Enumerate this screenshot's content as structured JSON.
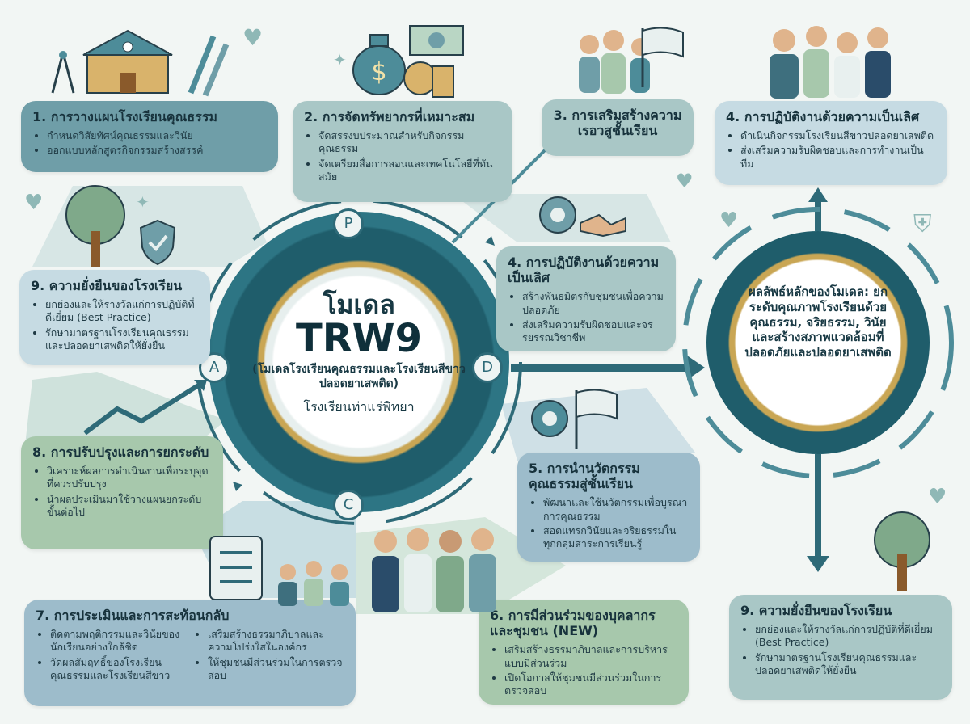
{
  "center": {
    "title": "โมเดล",
    "code": "TRW9",
    "subtitle": "(โมเดลโรงเรียนคุณธรรมและโรงเรียนสีขาวปลอดยาเสพติด)",
    "school": "โรงเรียนท่าแร่พิทยา"
  },
  "nodes": {
    "p": "P",
    "d": "D",
    "c": "C",
    "a": "A"
  },
  "outcome": {
    "text": "ผลลัพธ์หลักของโมเดล: ยกระดับคุณภาพโรงเรียนด้วยคุณธรรม, จริยธรรม, วินัย และสร้างสภาพแวดล้อมที่ปลอดภัยและปลอดยาเสพติด"
  },
  "panels": {
    "p1": {
      "title": "1. การวางแผนโรงเรียนคุณธรรม",
      "items": [
        "กำหนดวิสัยทัศน์คุณธรรมและวินัย",
        "ออกแบบหลักสูตรกิจกรรมสร้างสรรค์"
      ]
    },
    "p2": {
      "title": "2. การจัดทรัพยากรที่เหมาะสม",
      "items": [
        "จัดสรรงบประมาณสำหรับกิจกรรมคุณธรรม",
        "จัดเตรียมสื่อการสอนและเทคโนโลยีที่ทันสมัย"
      ]
    },
    "p3": {
      "title": "3. การเสริมสร้างความเรอวสูชั้นเรียน"
    },
    "p4a": {
      "title": "4. การปฏิบัติงานด้วยความเป็นเลิศ",
      "items": [
        "ดำเนินกิจกรรมโรงเรียนสีขาวปลอดยาเสพติด",
        "ส่งเสริมความรับผิดชอบและการทำงานเป็นทีม"
      ]
    },
    "p4b": {
      "title": "4. การปฏิบัติงานด้วยความเป็นเลิศ",
      "items": [
        "สร้างพันธมิตรกับชุมชนเพื่อความปลอดภัย",
        "ส่งเสริมความรับผิดชอบและจรรยรรณวิชาชีพ"
      ]
    },
    "p5": {
      "title": "5. การนำนวัตกรรมคุณธรรมสู่ชั้นเรียน",
      "items": [
        "พัฒนาและใช้นวัตกรรมเพื่อบูรณาการคุณธรรม",
        "สอดแทรกวินัยและจริยธรรมในทุกกลุ่มสาระการเรียนรู้"
      ]
    },
    "p6": {
      "title": "6. การมีส่วนร่วมของบุคลากรและชุมชน (NEW)",
      "items": [
        "เสริมสร้างธรรมาภิบาลและการบริหารแบบมีส่วนร่วม",
        "เปิดโอกาสให้ชุมชนมีส่วนร่วมในการตรวจสอบ"
      ]
    },
    "p7": {
      "title": "7. การประเมินและการสะท้อนกลับ",
      "items_left": [
        "ติดตามพฤติกรรมและวินัยของนักเรียนอย่างใกล้ชิด",
        "วัดผลสัมฤทธิ์ของโรงเรียนคุณธรรมและโรงเรียนสีขาว"
      ],
      "items_right": [
        "เสริมสร้างธรรมาภิบาลและความโปร่งใสในองค์กร",
        "ให้ชุมชนมีส่วนร่วมในการตรวจสอบ"
      ]
    },
    "p8": {
      "title": "8. การปรับปรุงและการยกระดับ",
      "items": [
        "วิเคราะห์ผลการดำเนินงานเพื่อระบุจุดที่ควรปรับปรุง",
        "นำผลประเมินมาใช้วางแผนยกระดับขั้นต่อไป"
      ]
    },
    "p9a": {
      "title": "9. ความยั่งยืนของโรงเรียน",
      "items": [
        "ยกย่องและให้รางวัลแก่การปฏิบัติที่ดีเยี่ยม (Best Practice)",
        "รักษามาตรฐานโรงเรียนคุณธรรมและปลอดยาเสพติดให้ยั่งยืน"
      ]
    },
    "p9b": {
      "title": "9. ความยั่งยืนของโรงเรียน",
      "items": [
        "ยกย่องและให้รางวัลแก่การปฏิบัติที่ดีเยี่ยม (Best Practice)",
        "รักษามาตรฐานโรงเรียนคุณธรรมและปลอดยาเสพติดให้ยั่งยืน"
      ]
    }
  },
  "icons": [
    "school-icon",
    "compass-icon",
    "pen-icon",
    "money-bag-icon",
    "banknote-icon",
    "coins-icon",
    "people-icon",
    "flag-icon",
    "gear-icon",
    "handshake-icon",
    "tree-icon",
    "shield-icon",
    "growth-chart-icon",
    "checklist-icon",
    "heart-icon",
    "sparkle-icon"
  ],
  "colors": {
    "ring": "#1f5d6b",
    "gold": "#c9a654",
    "teal": "#6f9ea8",
    "sage": "#a7c8ac",
    "blue": "#9dbccb"
  }
}
